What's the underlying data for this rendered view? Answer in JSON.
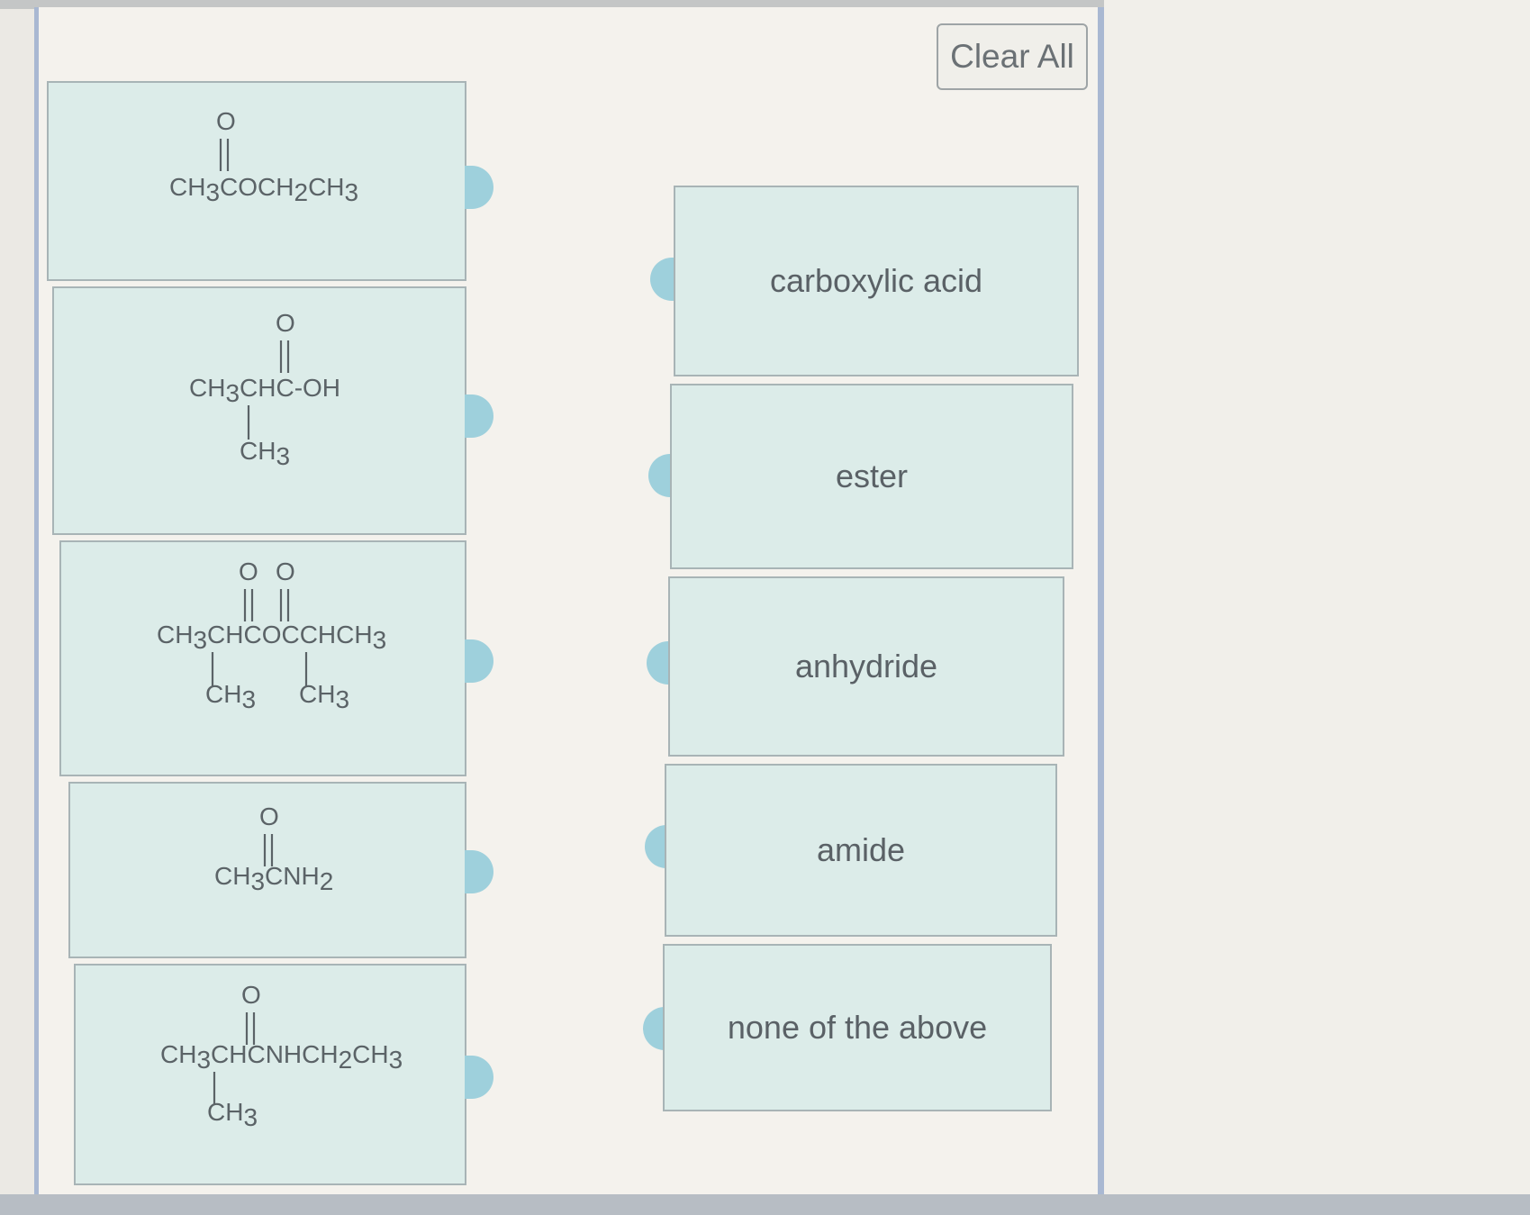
{
  "toolbar": {
    "clear_all_label": "Clear All"
  },
  "colors": {
    "card_bg": "#dcece9",
    "handle": "#9ed0dc",
    "panel_border": "#a9b8d2"
  },
  "structures": [
    {
      "main_parts": [
        "CH",
        "3",
        "COCH",
        "2",
        "CH",
        "3"
      ],
      "top_atoms": [
        "O"
      ],
      "bottom_groups": []
    },
    {
      "main_parts": [
        "CH",
        "3",
        "CHC-OH"
      ],
      "top_atoms": [
        "O"
      ],
      "bottom_groups": [
        [
          "CH",
          "3"
        ]
      ]
    },
    {
      "main_parts": [
        "CH",
        "3",
        "CHCOCCHCH",
        "3"
      ],
      "top_atoms": [
        "O",
        "O"
      ],
      "bottom_groups": [
        [
          "CH",
          "3"
        ],
        [
          "CH",
          "3"
        ]
      ]
    },
    {
      "main_parts": [
        "CH",
        "3",
        "CNH",
        "2"
      ],
      "top_atoms": [
        "O"
      ],
      "bottom_groups": []
    },
    {
      "main_parts": [
        "CH",
        "3",
        "CHCNHCH",
        "2",
        "CH",
        "3"
      ],
      "top_atoms": [
        "O"
      ],
      "bottom_groups": [
        [
          "CH",
          "3"
        ]
      ]
    }
  ],
  "categories": [
    "carboxylic acid",
    "ester",
    "anhydride",
    "amide",
    "none of the above"
  ]
}
